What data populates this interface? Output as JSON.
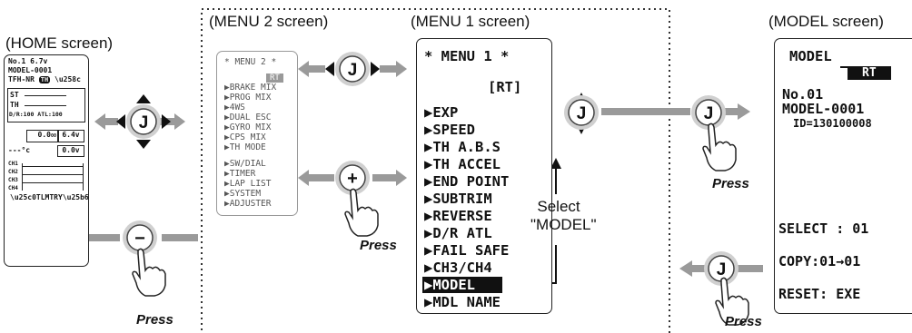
{
  "captions": {
    "home": "(HOME screen)",
    "menu2": "(MENU 2 screen)",
    "menu1": "(MENU 1 screen)",
    "model": "(MODEL screen)"
  },
  "home": {
    "line1": "No.1  6.7v",
    "line2": "MODEL-0001",
    "line3": "TFH-NR",
    "trim1": "ST",
    "trim2": "TH",
    "dr_atl": "D/R:100 ATL:100",
    "timer": "0.0",
    "timer_unit": "00",
    "voltage": "6.4v",
    "temp": "---°c",
    "rx_volt": "0.0v",
    "ch_labels": [
      "CH1",
      "CH2",
      "CH3",
      "CH4"
    ],
    "tlmtry": "TLMTRY"
  },
  "menu2": {
    "title": "* MENU 2 *",
    "rt_badge": "RT",
    "items_group1": [
      "▶BRAKE MIX",
      "▶PROG MIX",
      "▶4WS",
      "▶DUAL ESC",
      "▶GYRO MIX",
      "▶CPS MIX",
      "▶TH MODE"
    ],
    "items_group2": [
      "▶SW/DIAL",
      "▶TIMER",
      "▶LAP LIST",
      "▶SYSTEM",
      "▶ADJUSTER"
    ]
  },
  "menu1": {
    "title": "* MENU 1 *",
    "rt_label": "[RT]",
    "items": [
      "▶EXP",
      "▶SPEED",
      "▶TH A.B.S",
      "▶TH ACCEL",
      "▶END POINT",
      "▶SUBTRIM",
      "▶REVERSE",
      "▶D/R ATL",
      "▶FAIL SAFE",
      "▶CH3/CH4"
    ],
    "selected_item": "▶MODEL",
    "last_item": "▶MDL NAME"
  },
  "model": {
    "title": "MODEL",
    "rt_badge": "RT",
    "no": "No.01",
    "name": "MODEL-0001",
    "id": "ID=130100008",
    "select": "SELECT : 01",
    "copy": "COPY:01→01",
    "reset": "RESET: EXE"
  },
  "labels": {
    "select_model_line1": "Select",
    "select_model_line2": "\"MODEL\"",
    "press": "Press",
    "j_key": "J",
    "plus_key": "+",
    "minus_key": "−"
  },
  "colors": {
    "arrow": "#9a9a9a",
    "knob_ring": "#d0d0d0",
    "knob_inner": "#ffffff",
    "dotted_border": "#333333",
    "highlight_bg": "#111111"
  }
}
